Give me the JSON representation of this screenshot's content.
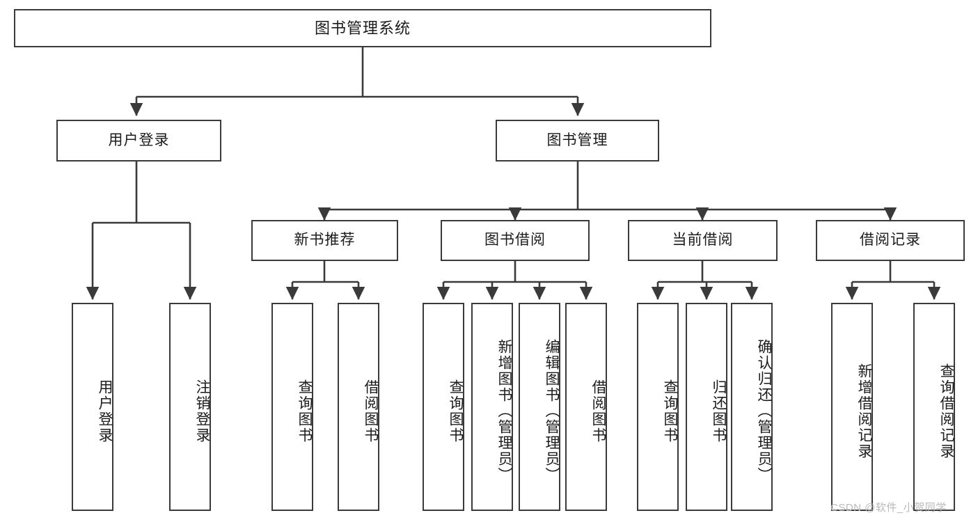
{
  "diagram": {
    "type": "tree-hierarchy-chart",
    "title": "图书管理系统",
    "line_color": "#3a3a3a",
    "box_fill": "#ffffff",
    "text_color": "#1b1b1b",
    "watermark": "CSDN @软件_小贺同学",
    "levels": {
      "level1": [
        "图书管理系统"
      ],
      "level2": [
        "用户登录",
        "图书管理"
      ],
      "level3": [
        "新书推荐",
        "图书借阅",
        "当前借阅",
        "借阅记录"
      ],
      "level4": [
        "用户登录",
        "注销登录",
        "查询图书",
        "借阅图书",
        "查询图书",
        "新增图书（管理员）",
        "编辑图书（管理员）",
        "借阅图书",
        "查询图书",
        "归还图书",
        "确认归还（管理员）",
        "新增借阅记录",
        "查询借阅记录"
      ]
    },
    "nodes": {
      "root": {
        "label": "图书管理系统"
      },
      "user_login": {
        "label": "用户登录"
      },
      "book_manage": {
        "label": "图书管理"
      },
      "new_book_rec": {
        "label": "新书推荐"
      },
      "book_borrow": {
        "label": "图书借阅"
      },
      "current_borrow": {
        "label": "当前借阅"
      },
      "borrow_record": {
        "label": "借阅记录"
      },
      "leaf_user_login": {
        "label": "用户登录"
      },
      "leaf_logout": {
        "label": "注销登录"
      },
      "leaf_query_book_1": {
        "label": "查询图书"
      },
      "leaf_borrow_book_1": {
        "label": "借阅图书"
      },
      "leaf_query_book_2": {
        "label": "查询图书"
      },
      "leaf_add_book": {
        "label": "新增图书（管理员）"
      },
      "leaf_edit_book": {
        "label": "编辑图书（管理员）"
      },
      "leaf_borrow_book_2": {
        "label": "借阅图书"
      },
      "leaf_query_book_3": {
        "label": "查询图书"
      },
      "leaf_return_book": {
        "label": "归还图书"
      },
      "leaf_confirm_return": {
        "label": "确认归还（管理员）"
      },
      "leaf_add_record": {
        "label": "新增借阅记录"
      },
      "leaf_query_record": {
        "label": "查询借阅记录"
      }
    },
    "edges": [
      {
        "from": "root",
        "to": "user_login"
      },
      {
        "from": "root",
        "to": "book_manage"
      },
      {
        "from": "user_login",
        "to": "leaf_user_login"
      },
      {
        "from": "user_login",
        "to": "leaf_logout"
      },
      {
        "from": "book_manage",
        "to": "new_book_rec"
      },
      {
        "from": "book_manage",
        "to": "book_borrow"
      },
      {
        "from": "book_manage",
        "to": "current_borrow"
      },
      {
        "from": "book_manage",
        "to": "borrow_record"
      },
      {
        "from": "new_book_rec",
        "to": "leaf_query_book_1"
      },
      {
        "from": "new_book_rec",
        "to": "leaf_borrow_book_1"
      },
      {
        "from": "book_borrow",
        "to": "leaf_query_book_2"
      },
      {
        "from": "book_borrow",
        "to": "leaf_add_book"
      },
      {
        "from": "book_borrow",
        "to": "leaf_edit_book"
      },
      {
        "from": "book_borrow",
        "to": "leaf_borrow_book_2"
      },
      {
        "from": "current_borrow",
        "to": "leaf_query_book_3"
      },
      {
        "from": "current_borrow",
        "to": "leaf_return_book"
      },
      {
        "from": "current_borrow",
        "to": "leaf_confirm_return"
      },
      {
        "from": "borrow_record",
        "to": "leaf_add_record"
      },
      {
        "from": "borrow_record",
        "to": "leaf_query_record"
      }
    ]
  }
}
